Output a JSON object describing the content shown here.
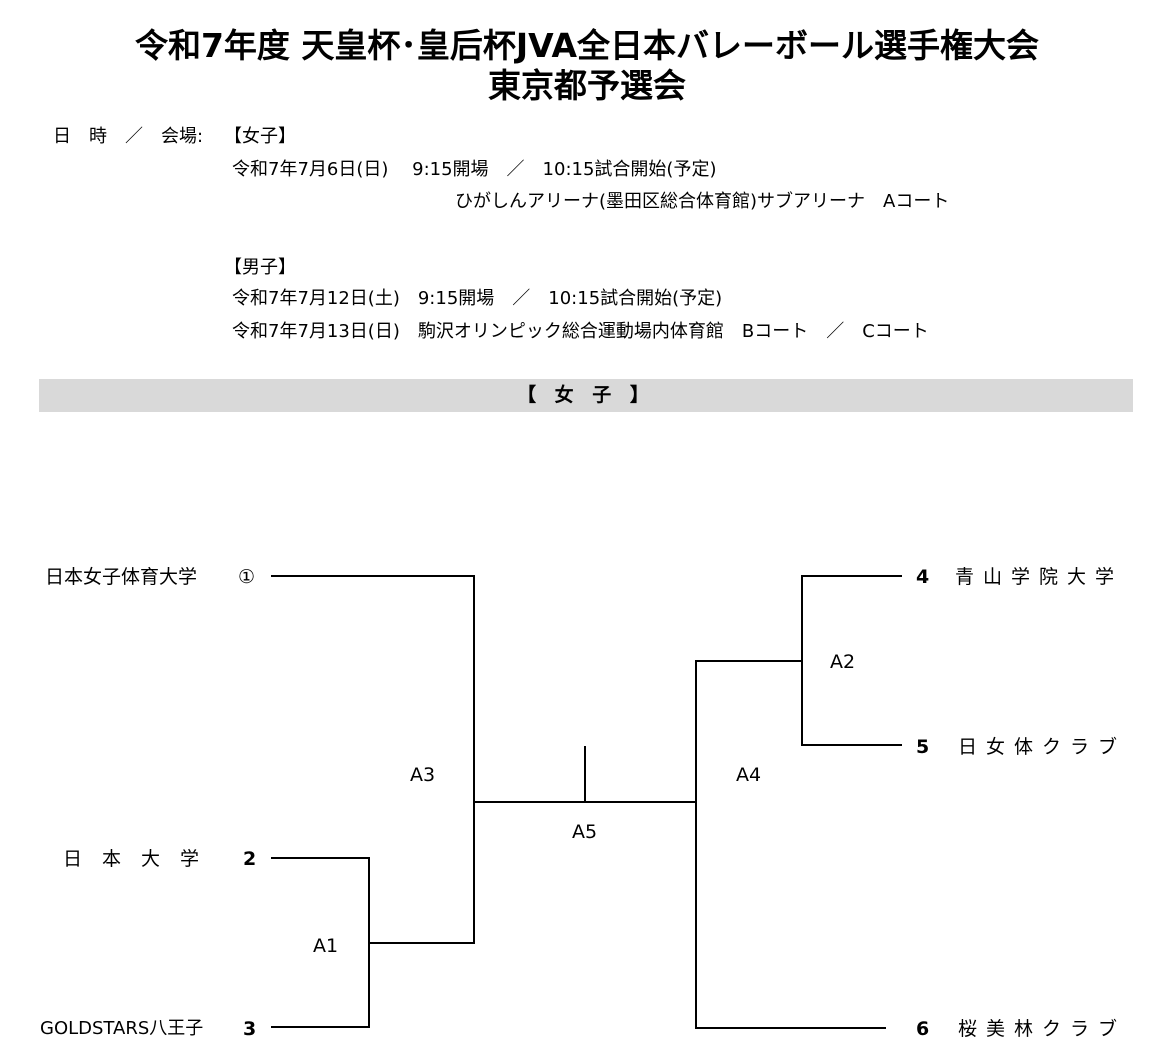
{
  "title": {
    "line1": "令和7年度 天皇杯･皇后杯JVA全日本バレーボール選手権大会",
    "line2": "東京都予選会"
  },
  "info": {
    "label": "日　時　／　会場:",
    "women_header": "【女子】",
    "women_line1": "令和7年7月6日(日)　 9:15開場　／　10:15試合開始(予定)",
    "women_line2": "ひがしんアリーナ(墨田区総合体育館)サブアリーナ　Aコート",
    "men_header": "【男子】",
    "men_line1": "令和7年7月12日(土)　9:15開場　／　10:15試合開始(予定)",
    "men_line2": "令和7年7月13日(日)　駒沢オリンピック総合運動場内体育館　Bコート　／　Cコート"
  },
  "section": {
    "label": "【 女 子 】"
  },
  "bracket": {
    "teams": [
      {
        "name": "日本女子体育大学",
        "seed": "①"
      },
      {
        "name": "日本大学",
        "seed": "2"
      },
      {
        "name": "GOLDSTARS八王子",
        "seed": "3"
      },
      {
        "name": "青山学院大学",
        "seed": "4"
      },
      {
        "name": "日女体クラブ",
        "seed": "5"
      },
      {
        "name": "桜美林クラブ",
        "seed": "6"
      }
    ],
    "matches": [
      "A1",
      "A2",
      "A3",
      "A4",
      "A5"
    ]
  }
}
